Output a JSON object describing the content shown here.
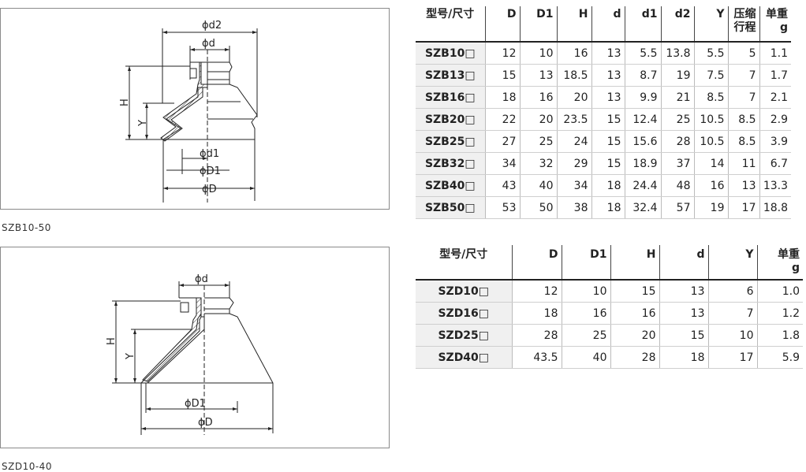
{
  "diagram1": {
    "caption": "SZB10-50",
    "labels": {
      "d2": "ϕd2",
      "d": "ϕd",
      "H": "H",
      "Y": "Y",
      "d1": "ϕd1",
      "D1": "ϕD1",
      "D": "ϕD"
    }
  },
  "diagram2": {
    "caption": "SZD10-40",
    "labels": {
      "d": "ϕd",
      "H": "H",
      "Y": "Y",
      "D1": "ϕD1",
      "D": "ϕD"
    }
  },
  "table1": {
    "headers": [
      "型号/尺寸",
      "D",
      "D1",
      "H",
      "d",
      "d1",
      "d2",
      "Y",
      "压缩\n行程",
      "单重\ng"
    ],
    "rows": [
      [
        "SZB10□",
        "12",
        "10",
        "16",
        "13",
        "5.5",
        "13.8",
        "5.5",
        "5",
        "1.1"
      ],
      [
        "SZB13□",
        "15",
        "13",
        "18.5",
        "13",
        "8.7",
        "19",
        "7.5",
        "7",
        "1.7"
      ],
      [
        "SZB16□",
        "18",
        "16",
        "20",
        "13",
        "9.9",
        "21",
        "8.5",
        "7",
        "2.1"
      ],
      [
        "SZB20□",
        "22",
        "20",
        "23.5",
        "15",
        "12.4",
        "25",
        "10.5",
        "8.5",
        "2.9"
      ],
      [
        "SZB25□",
        "27",
        "25",
        "24",
        "15",
        "15.6",
        "28",
        "10.5",
        "8.5",
        "3.9"
      ],
      [
        "SZB32□",
        "34",
        "32",
        "29",
        "15",
        "18.9",
        "37",
        "14",
        "11",
        "6.7"
      ],
      [
        "SZB40□",
        "43",
        "40",
        "34",
        "18",
        "24.4",
        "48",
        "16",
        "13",
        "13.3"
      ],
      [
        "SZB50□",
        "53",
        "50",
        "38",
        "18",
        "32.4",
        "57",
        "19",
        "17",
        "18.8"
      ]
    ]
  },
  "table2": {
    "headers": [
      "型号/尺寸",
      "D",
      "D1",
      "H",
      "d",
      "Y",
      "单重\ng"
    ],
    "rows": [
      [
        "SZD10□",
        "12",
        "10",
        "15",
        "13",
        "6",
        "1.0"
      ],
      [
        "SZD16□",
        "18",
        "16",
        "16",
        "13",
        "7",
        "1.2"
      ],
      [
        "SZD25□",
        "28",
        "25",
        "20",
        "15",
        "10",
        "1.8"
      ],
      [
        "SZD40□",
        "43.5",
        "40",
        "28",
        "18",
        "17",
        "5.9"
      ]
    ]
  }
}
